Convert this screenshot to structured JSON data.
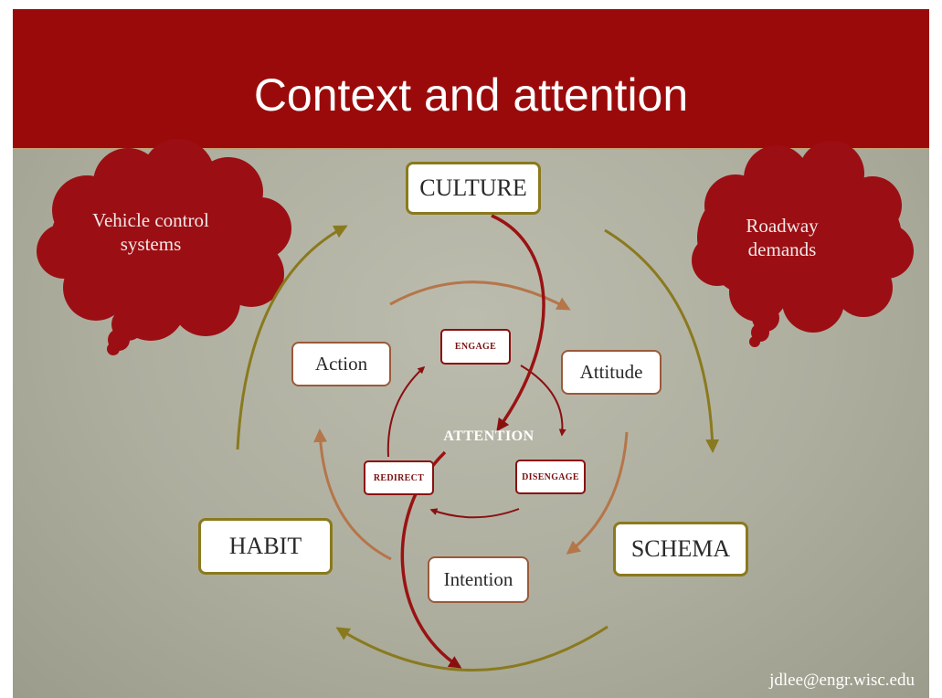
{
  "title": "Context and attention",
  "clouds": {
    "left": "Vehicle control systems",
    "right": "Roadway demands"
  },
  "outer_nodes": {
    "culture": "CULTURE",
    "habit": "HABIT",
    "schema": "SCHEMA"
  },
  "middle_nodes": {
    "action": "Action",
    "attitude": "Attitude",
    "intention": "Intention"
  },
  "inner_nodes": {
    "engage": "ENGAGE",
    "redirect": "REDIRECT",
    "disengage": "DISENGAGE"
  },
  "center_label": "ATTENTION",
  "email": "jdlee@engr.wisc.edu",
  "colors": {
    "title_bar": "#9b0a0a",
    "cloud": "#9b0f14",
    "outer_arrows": "#8a7a1e",
    "middle_arrows": "#b5764a",
    "inner_arrows": "#8a1010"
  }
}
